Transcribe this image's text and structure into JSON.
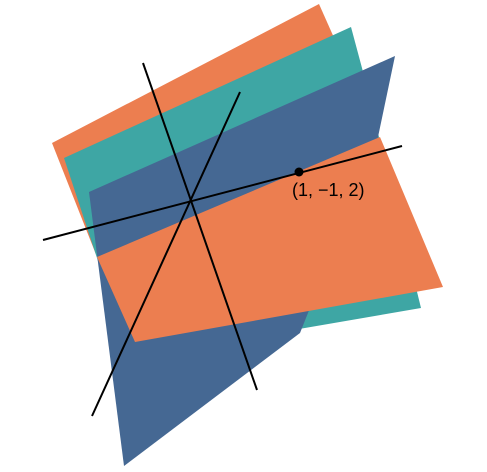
{
  "figure": {
    "planes": [
      {
        "name": "orange-plane",
        "color": "#ec7e50"
      },
      {
        "name": "teal-plane",
        "color": "#3ea6a4"
      },
      {
        "name": "blue-plane",
        "color": "#456893"
      }
    ],
    "line_color": "#000000",
    "point": {
      "label": "(1, −1, 2)"
    }
  }
}
